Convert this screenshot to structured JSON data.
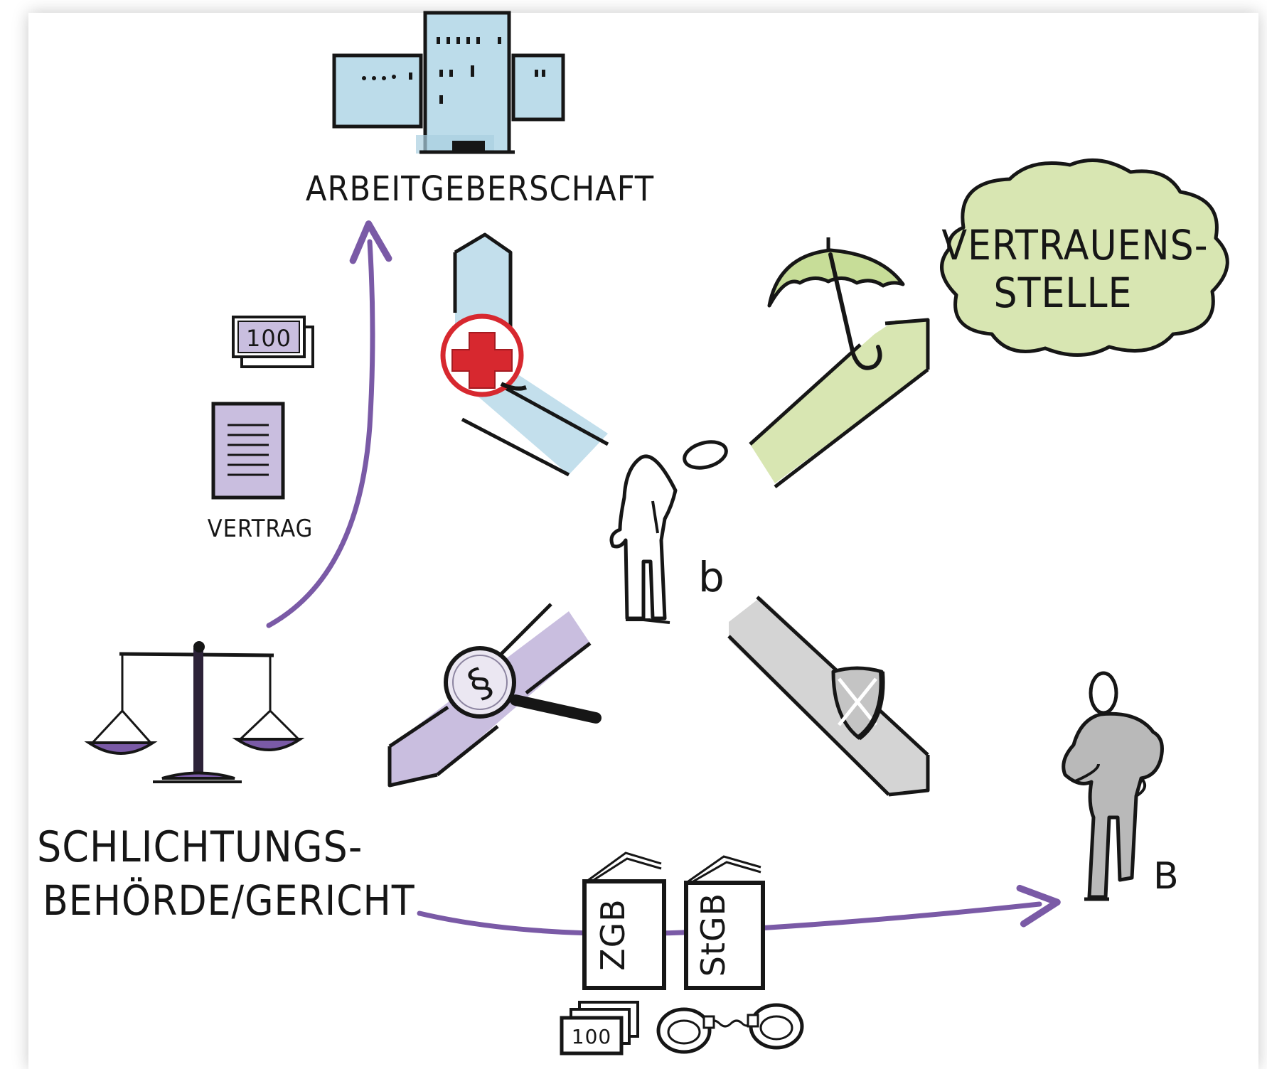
{
  "labels": {
    "employer": "ARBEITGEBERSCHAFT",
    "trust_office_line1": "VERTRAUENS-",
    "trust_office_line2": "STELLE",
    "contract": "VERTRAG",
    "arbitration_line1": "SCHLICHTUNGS-",
    "arbitration_line2": "BEHÖRDE/GERICHT",
    "affected_person": "b",
    "accused_person": "B",
    "note_top": "100",
    "note_bottom": "100",
    "book_civil": "ZGB",
    "book_criminal": "StGB",
    "magnifier_symbol": "§"
  },
  "colors": {
    "purple": "#7a5aa6",
    "purple_light": "#c9bedf",
    "blue_light": "#bcdcea",
    "green_light": "#d8e6b2",
    "grey_light": "#d4d4d4",
    "red": "#d7282f",
    "ink": "#161616"
  },
  "icons": [
    "office-building-icon",
    "first-aid-cross-icon",
    "umbrella-icon",
    "thought-cloud-icon",
    "banknote-icon",
    "contract-document-icon",
    "scales-of-justice-icon",
    "magnifier-paragraph-icon",
    "shield-icon",
    "person-icon",
    "law-book-icon",
    "handcuffs-icon",
    "arrow-icon"
  ]
}
